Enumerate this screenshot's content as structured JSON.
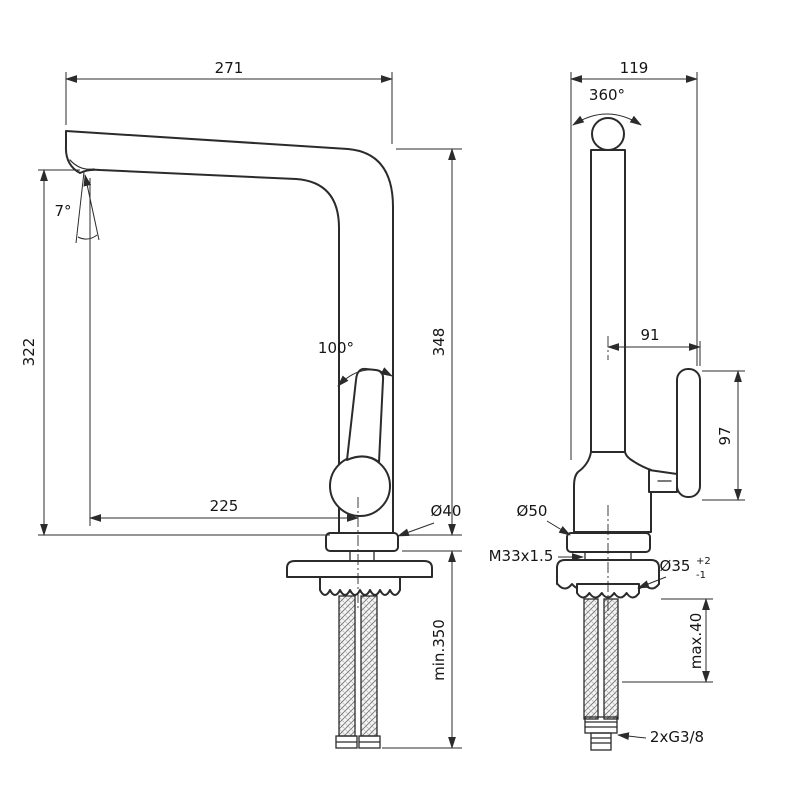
{
  "dims": {
    "reach": "271",
    "tilt": "7°",
    "height_spout": "322",
    "handle_angle": "100°",
    "height_total": "348",
    "reach_aerator": "225",
    "base_diameter_side": "Ø40",
    "hose_min": "min.350",
    "depth": "119",
    "swivel": "360°",
    "handle_offset": "91",
    "handle_height": "97",
    "base_diameter_front": "Ø50",
    "thread": "M33x1.5",
    "hole_diameter": "Ø35",
    "hole_tol_plus": "+2",
    "hole_tol_minus": "-1",
    "deck_max": "max.40",
    "connection": "2xG3/8"
  },
  "colors": {
    "line": "#2b2b2b",
    "background": "#ffffff"
  }
}
